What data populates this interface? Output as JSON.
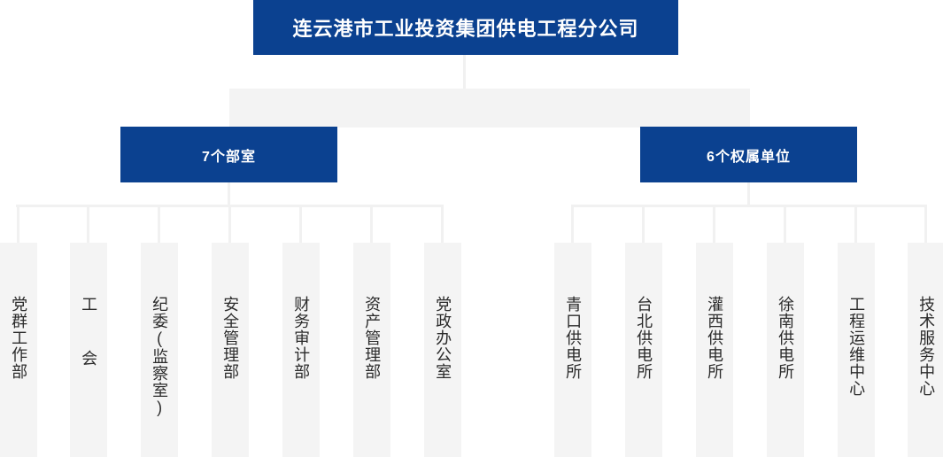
{
  "chart_type": "organization-chart",
  "colors": {
    "brand_blue": "#0b4190",
    "connector_gray": "#f1f1f1",
    "column_gray": "#f4f4f4",
    "box_text": "#ffffff",
    "column_text": "#2b2b2b"
  },
  "root": {
    "label": "连云港市工业投资集团供电工程分公司"
  },
  "branches": [
    {
      "id": "departments",
      "label": "7个部室",
      "count": 7,
      "children": [
        {
          "label": "党群工作部"
        },
        {
          "label": "工  会"
        },
        {
          "label": "纪委(监察室)"
        },
        {
          "label": "安全管理部"
        },
        {
          "label": "财务审计部"
        },
        {
          "label": "资产管理部"
        },
        {
          "label": "党政办公室"
        }
      ]
    },
    {
      "id": "subsidiaries",
      "label": "6个权属单位",
      "count": 6,
      "children": [
        {
          "label": "青口供电所"
        },
        {
          "label": "台北供电所"
        },
        {
          "label": "灌西供电所"
        },
        {
          "label": "徐南供电所"
        },
        {
          "label": "工程运维中心"
        },
        {
          "label": "技术服务中心"
        }
      ]
    }
  ],
  "layout": {
    "left_column_x": [
      0,
      79,
      159,
      239,
      319,
      399,
      479
    ],
    "right_column_x": [
      626,
      706,
      786,
      866,
      946,
      1025
    ]
  }
}
